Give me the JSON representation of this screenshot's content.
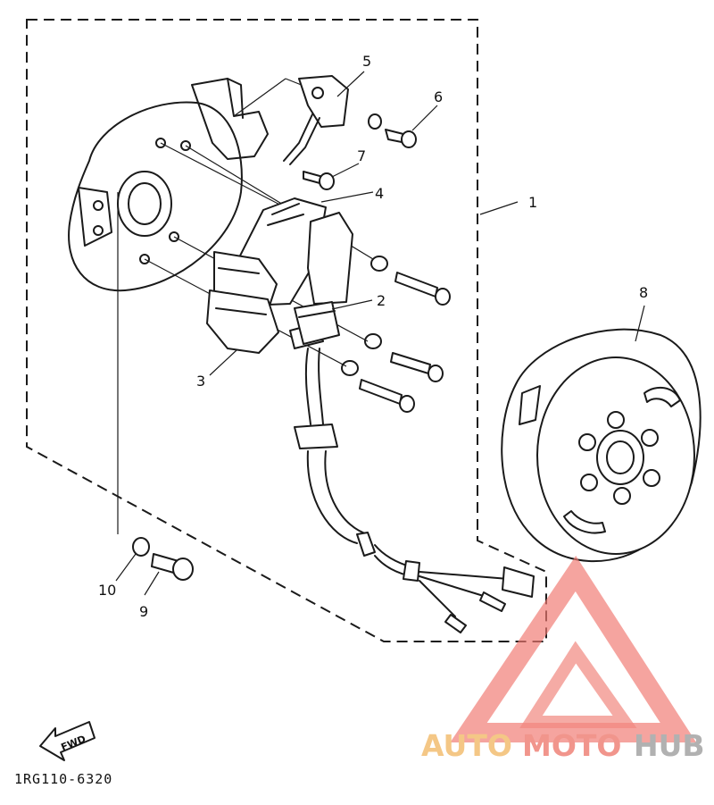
{
  "diagram": {
    "callouts": [
      "1",
      "2",
      "3",
      "4",
      "5",
      "6",
      "7",
      "8",
      "9",
      "10"
    ],
    "fwd_label": "FWD",
    "drawing_code": "1RG110-6320"
  },
  "watermark": {
    "brand_auto": "AUTO",
    "brand_moto": "MOTO",
    "brand_hub": "HUB",
    "colors": {
      "auto": "#f3c27a",
      "moto": "#f08a80",
      "hub": "#a9a9a9",
      "triangle": "#f07a72"
    }
  }
}
